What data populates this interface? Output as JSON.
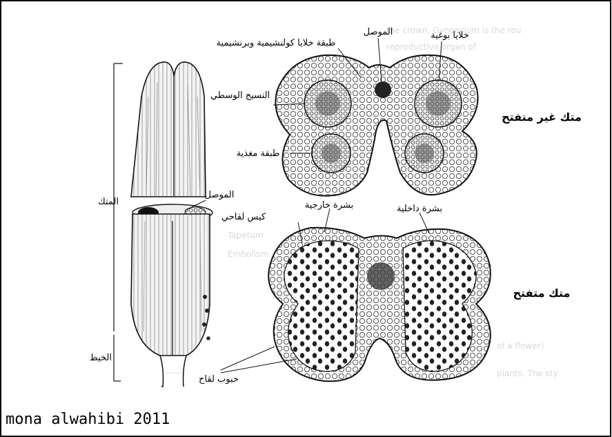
{
  "labels": {
    "connective_top": "الموصل",
    "sporogenous_cells": "خلايا بوغية",
    "collenchyma_layer": "طبقة خلايا كولنشيمية وبرنشيمية",
    "middle_tissue": "النسيج الوسطي",
    "tapetum": "طبقة مغذية",
    "unopened_anther": "متك غير متفتح",
    "anther": "المتك",
    "connective_left": "الموصل",
    "pollen_sac": "كيس لقاحي",
    "outer_epidermis": "بشرة خارجية",
    "inner_epidermis": "بشرة داخلية",
    "opened_anther": "متك  متفتح",
    "filament": "الخيط",
    "pollen_grains": "حبوب لقاح"
  },
  "credit": "mona alwahibi 2011",
  "colors": {
    "line": "#1a1a1a",
    "cell_fill": "#f4f4f4",
    "frame": "#000000"
  }
}
